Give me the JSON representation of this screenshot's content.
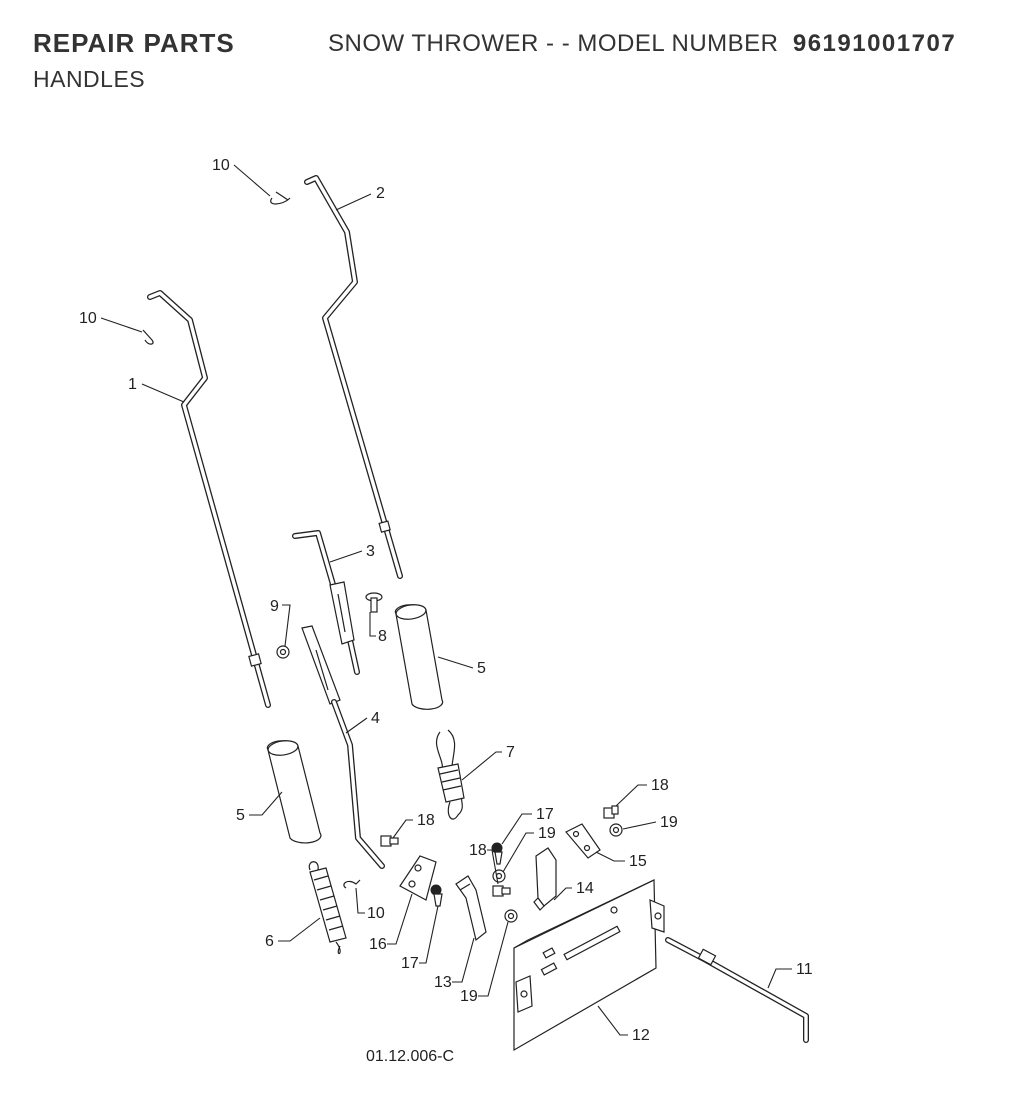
{
  "header": {
    "section": "REPAIR PARTS",
    "product": "SNOW THROWER - - MODEL NUMBER",
    "model_number": "96191001707",
    "subtitle": "HANDLES"
  },
  "diagram": {
    "figure_code": "01.12.006-C",
    "callouts": [
      "1",
      "2",
      "3",
      "4",
      "5",
      "5",
      "6",
      "7",
      "8",
      "9",
      "10",
      "10",
      "10",
      "11",
      "12",
      "13",
      "14",
      "15",
      "16",
      "17",
      "17",
      "18",
      "18",
      "18",
      "19",
      "19",
      "19"
    ]
  }
}
